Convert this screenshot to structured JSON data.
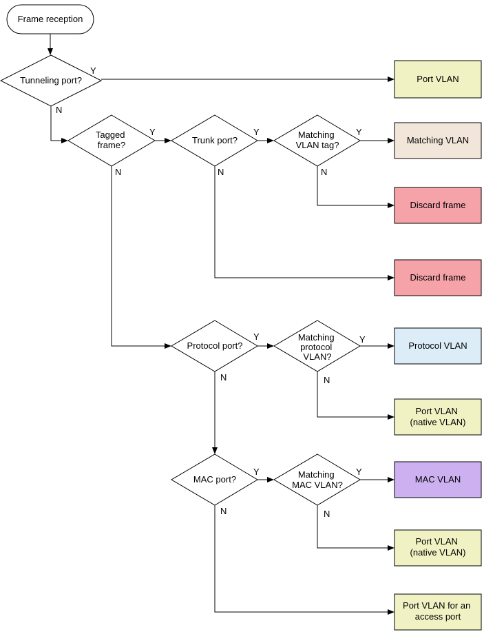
{
  "start": {
    "label": "Frame reception"
  },
  "decisions": {
    "tunneling_port": [
      "Tunneling port?"
    ],
    "tagged_frame": [
      "Tagged",
      "frame?"
    ],
    "trunk_port": [
      "Trunk port?"
    ],
    "matching_vlan_tag": [
      "Matching",
      "VLAN tag?"
    ],
    "protocol_port": [
      "Protocol port?"
    ],
    "matching_protocol_vlan": [
      "Matching",
      "protocol",
      "VLAN?"
    ],
    "mac_port": [
      "MAC port?"
    ],
    "matching_mac_vlan": [
      "Matching",
      "MAC VLAN?"
    ]
  },
  "outcomes": {
    "port_vlan": {
      "lines": [
        "Port VLAN"
      ],
      "color": "#f1f2c4"
    },
    "matching_vlan": {
      "lines": [
        "Matching VLAN"
      ],
      "color": "#f2e6da"
    },
    "discard_frame_1": {
      "lines": [
        "Discard frame"
      ],
      "color": "#f5a3a9"
    },
    "discard_frame_2": {
      "lines": [
        "Discard frame"
      ],
      "color": "#f5a3a9"
    },
    "protocol_vlan": {
      "lines": [
        "Protocol VLAN"
      ],
      "color": "#dcedf8"
    },
    "port_vlan_native_1": {
      "lines": [
        "Port VLAN",
        "(native VLAN)"
      ],
      "color": "#f1f2c4"
    },
    "mac_vlan": {
      "lines": [
        "MAC VLAN"
      ],
      "color": "#cdb0f0"
    },
    "port_vlan_native_2": {
      "lines": [
        "Port VLAN",
        "(native VLAN)"
      ],
      "color": "#f1f2c4"
    },
    "port_vlan_access": {
      "lines": [
        "Port VLAN for an",
        "access port"
      ],
      "color": "#f1f2c4"
    }
  },
  "edge_labels": {
    "yes": "Y",
    "no": "N"
  }
}
